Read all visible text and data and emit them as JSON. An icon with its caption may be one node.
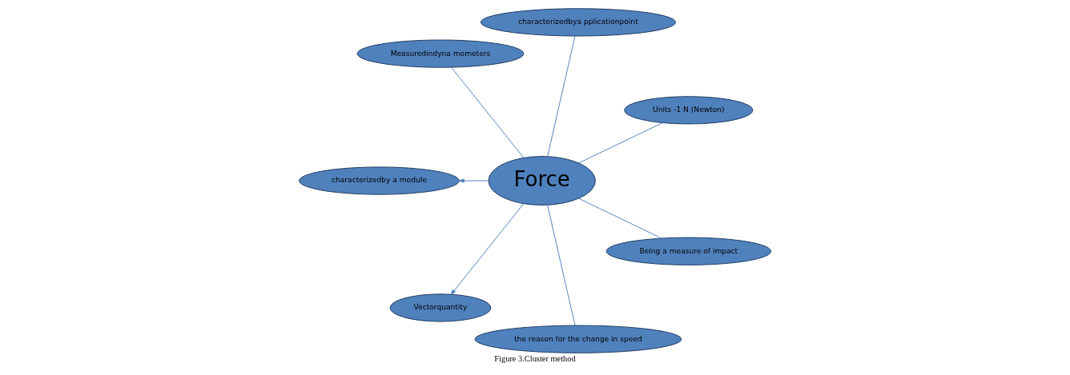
{
  "diagram": {
    "caption": "Figure 3.Cluster method",
    "nodes": [
      {
        "text": [
          "Units -1 N (Newton)"
        ]
      },
      {
        "text": [
          "characterizedbya pplicationpoint"
        ]
      },
      {
        "text": [
          "Measuredindyna mometers"
        ]
      },
      {
        "text": [
          "characterizedby a module"
        ]
      },
      {
        "text": [
          "Force"
        ]
      },
      {
        "text": [
          "Vectorquantity"
        ]
      },
      {
        "text": [
          "the reason for the change in speed"
        ]
      },
      {
        "text": [
          "Being a measure of impact"
        ]
      }
    ],
    "edges": [
      {
        "from": 4,
        "to": 0,
        "arrow": "none"
      },
      {
        "from": 4,
        "to": 1,
        "arrow": "none"
      },
      {
        "from": 4,
        "to": 2,
        "arrow": "none"
      },
      {
        "from": 4,
        "to": 3,
        "arrow": "to"
      },
      {
        "from": 4,
        "to": 5,
        "arrow": "to"
      },
      {
        "from": 4,
        "to": 6,
        "arrow": "none"
      },
      {
        "from": 4,
        "to": 7,
        "arrow": "none"
      }
    ]
  }
}
